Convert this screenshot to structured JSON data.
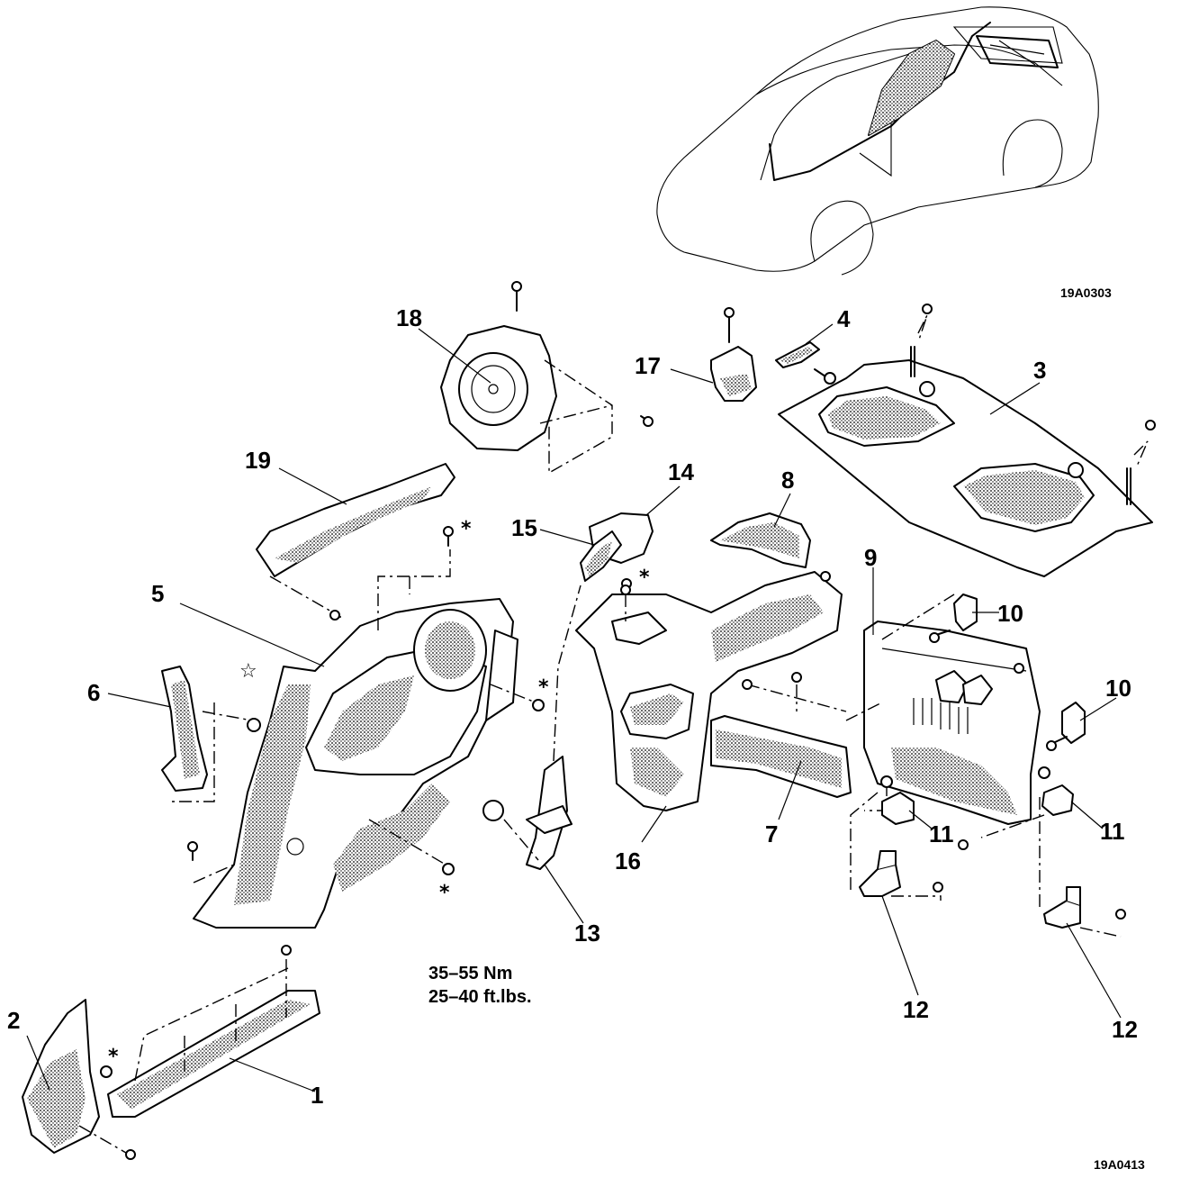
{
  "diagram": {
    "callouts": [
      {
        "id": "1",
        "text": "1"
      },
      {
        "id": "2",
        "text": "2"
      },
      {
        "id": "3",
        "text": "3"
      },
      {
        "id": "4",
        "text": "4"
      },
      {
        "id": "5",
        "text": "5"
      },
      {
        "id": "6",
        "text": "6"
      },
      {
        "id": "7",
        "text": "7"
      },
      {
        "id": "8",
        "text": "8"
      },
      {
        "id": "9",
        "text": "9"
      },
      {
        "id": "10a",
        "text": "10"
      },
      {
        "id": "10b",
        "text": "10"
      },
      {
        "id": "11a",
        "text": "11"
      },
      {
        "id": "11b",
        "text": "11"
      },
      {
        "id": "12a",
        "text": "12"
      },
      {
        "id": "12b",
        "text": "12"
      },
      {
        "id": "13",
        "text": "13"
      },
      {
        "id": "14",
        "text": "14"
      },
      {
        "id": "15",
        "text": "15"
      },
      {
        "id": "16",
        "text": "16"
      },
      {
        "id": "17",
        "text": "17"
      },
      {
        "id": "18",
        "text": "18"
      },
      {
        "id": "19",
        "text": "19"
      }
    ],
    "inset_code": "19A0303",
    "figure_code": "19A0413",
    "torque_line1": "35–55  Nm",
    "torque_line2": "25–40  ft.lbs.",
    "asterisk": "*",
    "star": "☆"
  }
}
